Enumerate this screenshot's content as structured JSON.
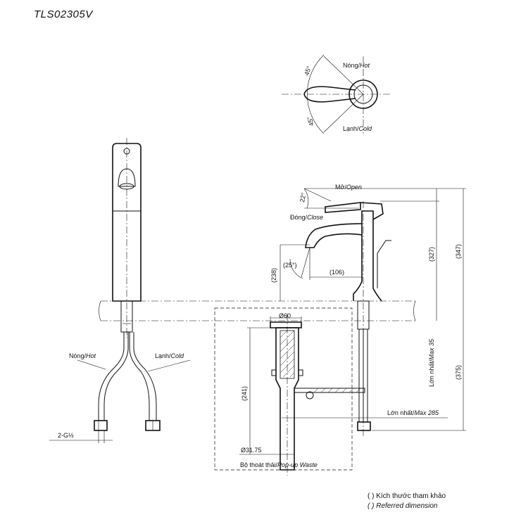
{
  "title": "TLS02305V",
  "top_view": {
    "hot_label": "Nóng/",
    "hot_en": "Hot",
    "cold_label": "Lạnh/",
    "cold_en": "Cold",
    "angle_top": "45°",
    "angle_bottom": "45°"
  },
  "side_view": {
    "open_label": "Mở/",
    "open_en": "Open",
    "close_label": "Đóng/",
    "close_en": "Close",
    "angle_lever": "22°",
    "angle_spout": "(25°)",
    "dim_238": "(238)",
    "dim_106": "(106)",
    "dim_327": "(327)",
    "dim_347": "(347)",
    "dim_375": "(375)",
    "max35_vn": "Lớn nhất/",
    "max35_en": "Max 35",
    "max285_vn": "Lớn nhất/",
    "max285_en": "Max 285"
  },
  "front_view": {
    "hot_label": "Nóng/",
    "hot_en": "Hot",
    "cold_label": "Lạnh/",
    "cold_en": "Cold",
    "thread": "2-G½"
  },
  "waste": {
    "dia_top": "Ø60",
    "dim_241": "(241)",
    "dia_bottom": "Ø31.75",
    "caption_vn": "Bộ thoát thải/",
    "caption_en": "Pop-up Waste"
  },
  "legend": {
    "line1_vn": "(   ) Kích thước tham khảo",
    "line2_en": "(   ) Referred dimension"
  }
}
